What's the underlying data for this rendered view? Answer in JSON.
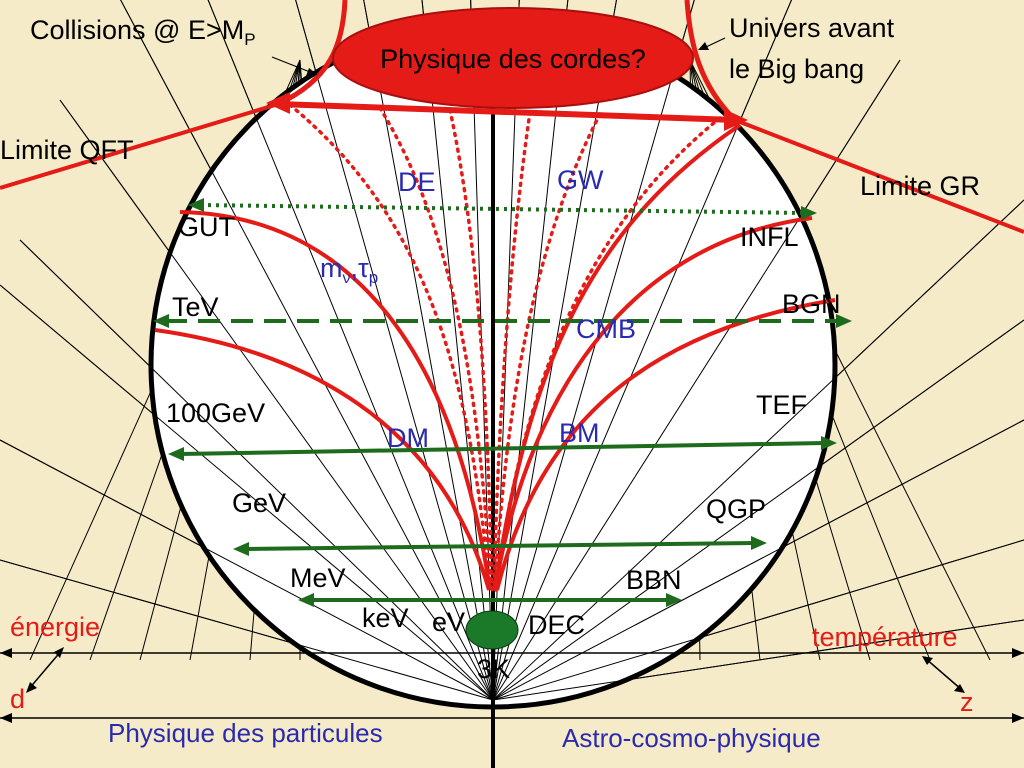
{
  "top": {
    "collisions": "Collisions @ E>M",
    "collisions_sub": "P",
    "strings": "Physique des cordes?",
    "univers_1": "Univers avant",
    "univers_2": "le Big bang"
  },
  "limits": {
    "qft": "Limite QFT",
    "gr": "Limite GR"
  },
  "energy_scales": {
    "gut": "GUT",
    "tev": "TeV",
    "100gev": "100GeV",
    "gev": "GeV",
    "mev": "MeV",
    "kev": "keV",
    "ev": "eV"
  },
  "cosmo_epochs": {
    "infl": "INFL",
    "bgn": "BGN",
    "tef": "TEF",
    "qgp": "QGP",
    "bbn": "BBN",
    "dec": "DEC"
  },
  "center_labels": {
    "de": "DE",
    "gw": "GW",
    "mnu": "m",
    "mnu_sub": "ν",
    "comma": ",",
    "tau": "τ",
    "tau_sub": "p",
    "cmb": "CMB",
    "dm": "DM",
    "bm": "BM"
  },
  "bottom": {
    "energie": "énergie",
    "temperature": "température",
    "d": "d",
    "z": "z",
    "three_k": "3K",
    "particles": "Physique des particules",
    "astro": "Astro-cosmo-physique"
  },
  "colors": {
    "background": "#f6ebc8",
    "red": "#e41b17",
    "green": "#1e6b1e",
    "blue_text": "#2a2ab0",
    "black": "#000000",
    "ellipse_green": "#1a7a2a"
  }
}
